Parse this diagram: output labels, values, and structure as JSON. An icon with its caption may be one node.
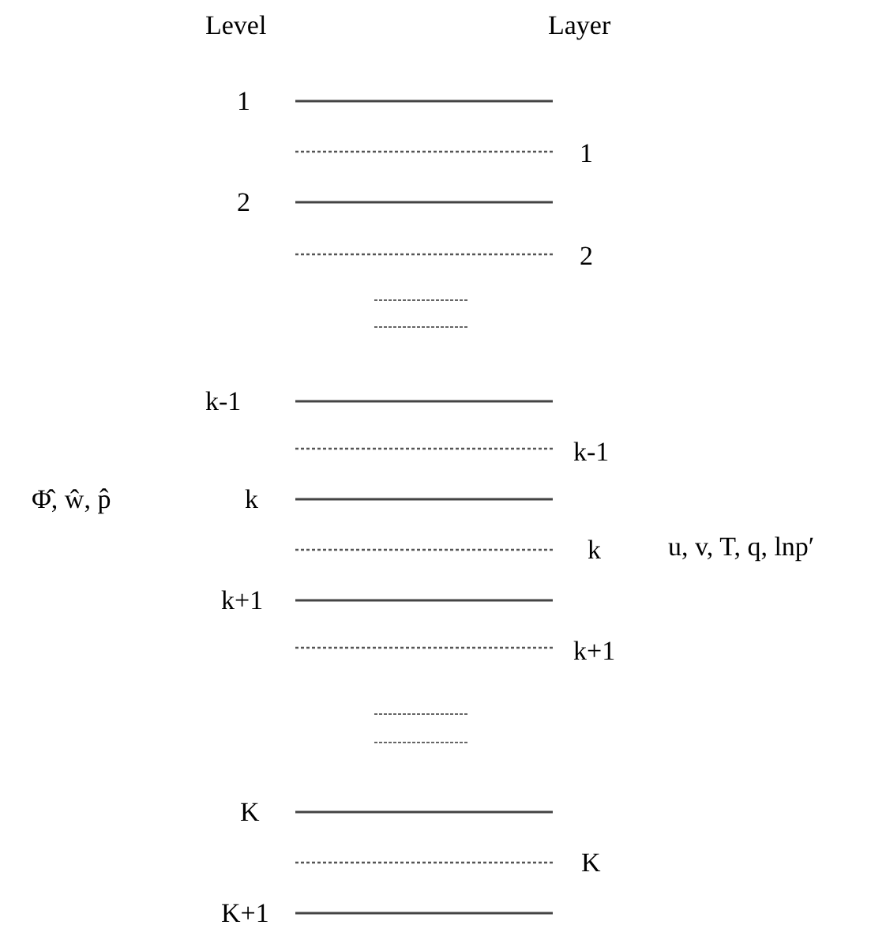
{
  "diagram": {
    "labels": [
      "Level",
      "Layer",
      "1",
      "1",
      "2",
      "2",
      "k-1",
      "k-1",
      "Φ̂, ŵ, p̂",
      "k",
      "k",
      "u, v, T, q, lnp′",
      "k+1",
      "k+1",
      "K",
      "K",
      "K+1"
    ]
  }
}
